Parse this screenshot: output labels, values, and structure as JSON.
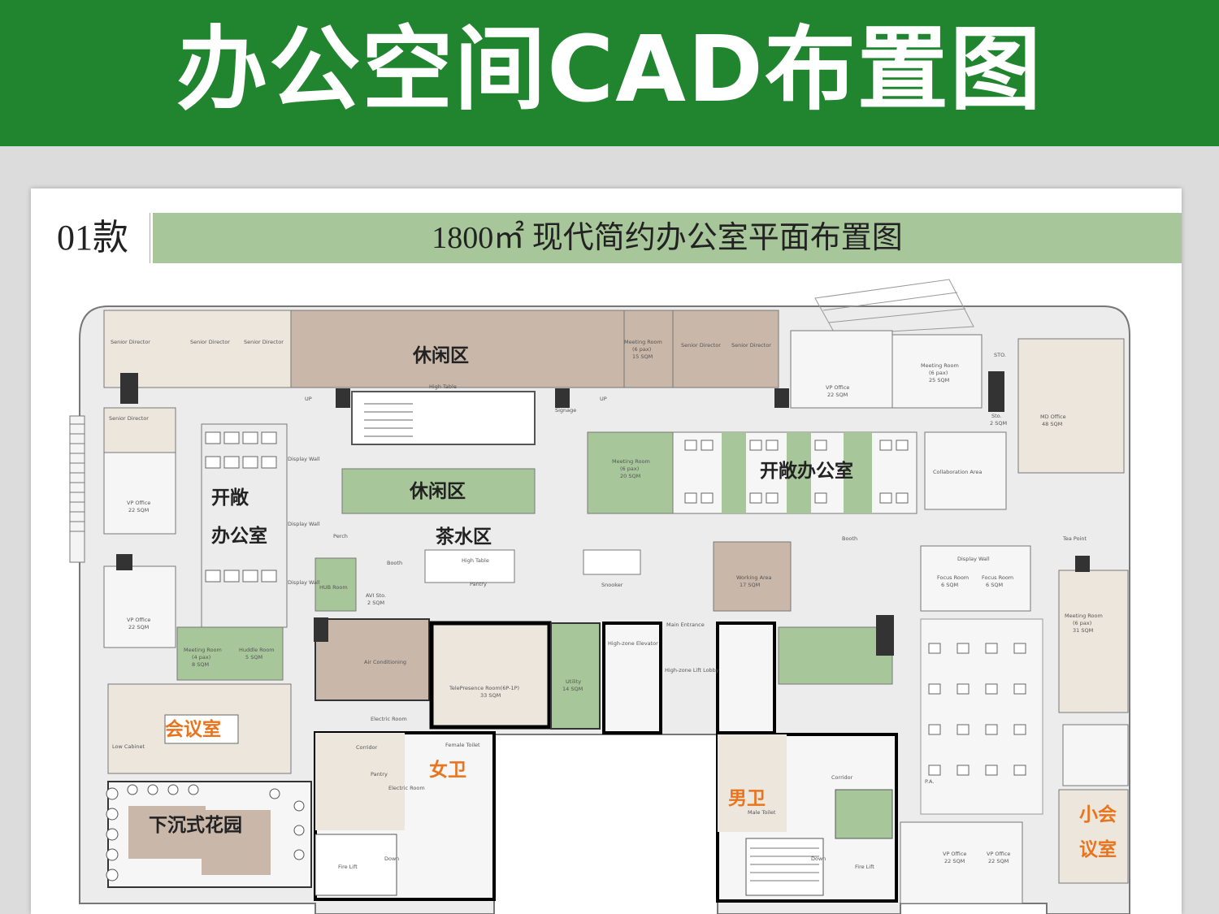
{
  "banner": {
    "title": "办公空间CAD布置图",
    "color": "#21852f"
  },
  "sheet": {
    "variant": "01款",
    "title": "1800㎡ 现代简约办公室平面布置图",
    "title_bar_color": "#a7c79a"
  },
  "zone_labels": {
    "leisure_top": "休闲区",
    "leisure_mid": "休闲区",
    "tea_area": "茶水区",
    "open_office_left_1": "开敞",
    "open_office_left_2": "办公室",
    "open_office_right": "开敞办公室",
    "meeting_room": "会议室",
    "sunken_garden": "下沉式花园",
    "female_wc": "女卫",
    "male_wc": "男卫",
    "small_meeting_1": "小会",
    "small_meeting_2": "议室"
  },
  "room_labels": {
    "senior_director_1": "Senior Director",
    "senior_director_2": "Senior Director",
    "senior_director_3": "Senior Director",
    "senior_director_4": "Senior Director",
    "senior_director_5": "Senior Director",
    "senior_director_6": "Senior Director",
    "vp_office_1": "VP Office",
    "vp_office_1_area": "22 SQM",
    "vp_office_2": "VP Office",
    "vp_office_2_area": "22 SQM",
    "vp_office_3": "VP Office",
    "vp_office_3_area": "22 SQM",
    "vp_office_4": "VP Office",
    "vp_office_4_area": "22 SQM",
    "vp_office_5": "VP Office",
    "vp_office_5_area": "22 SQM",
    "meeting_room_8": "Meeting Room",
    "meeting_room_8_pax": "(6 pax)",
    "meeting_room_8_area": "20 SQM",
    "meeting_room_top": "Meeting Room",
    "meeting_room_top_pax": "(6 pax)",
    "meeting_room_top_area": "15 SQM",
    "meeting_room_tr": "Meeting Room",
    "meeting_room_tr_pax": "(6 pax)",
    "meeting_room_tr_area": "25 SQM",
    "meeting_room_right": "Meeting Room",
    "meeting_room_right_pax": "(6 pax)",
    "meeting_room_right_area": "31 SQM",
    "meeting_room_small": "Meeting Room",
    "meeting_room_small_pax": "(4 pax)",
    "meeting_room_small_area": "8 SQM",
    "huddle_room": "Huddle Room",
    "huddle_room_area": "5 SQM",
    "md_office": "MD Office",
    "md_office_area": "48 SQM",
    "collaboration": "Collaboration Area",
    "sto": "STO.",
    "sto2": "Sto.",
    "sto2_area": "2 SQM",
    "high_table_top": "High Table",
    "high_table_mid": "High Table",
    "pantry": "Pantry",
    "perch": "Perch",
    "booth": "Booth",
    "booth2": "Booth",
    "snooker": "Snooker",
    "display_wall_1": "Display Wall",
    "display_wall_2": "Display Wall",
    "display_wall_3": "Display Wall",
    "display_wall_4": "Display Wall",
    "working_area": "Working Area",
    "working_area_area": "17 SQM",
    "focus_room_1": "Focus Room",
    "focus_room_1_area": "6 SQM",
    "focus_room_2": "Focus Room",
    "focus_room_2_area": "6 SQM",
    "main_entrance": "Main Entrance",
    "telepresence": "TelePresence Room(6P-1P)",
    "telepresence_area": "33 SQM",
    "utility": "Utility",
    "utility_area": "14 SQM",
    "air_conditioning": "Air Conditioning",
    "hub_room": "HUB Room",
    "avi_sto": "AVI Sto.",
    "avi_sto_area": "2 SQM",
    "corridor_1": "Corridor",
    "corridor_2": "Corridor",
    "pantry_2": "Pantry",
    "electric_room": "Electric Room",
    "electric_room_2": "Electric Room",
    "female_toilet": "Female Toilet",
    "male_toilet": "Male Toilet",
    "fire_lift_1": "Fire Lift",
    "fire_lift_2": "Fire Lift",
    "down_1": "Down",
    "down_2": "Down",
    "up_1": "UP",
    "up_2": "UP",
    "signage": "Signage",
    "low_cabinet": "Low Cabinet",
    "tea_point": "Tea Point",
    "pa": "P.A.",
    "high_zone_elevator": "High-zone Elevator",
    "high_zone_lift_lobby": "High-zone Lift Lobby"
  }
}
